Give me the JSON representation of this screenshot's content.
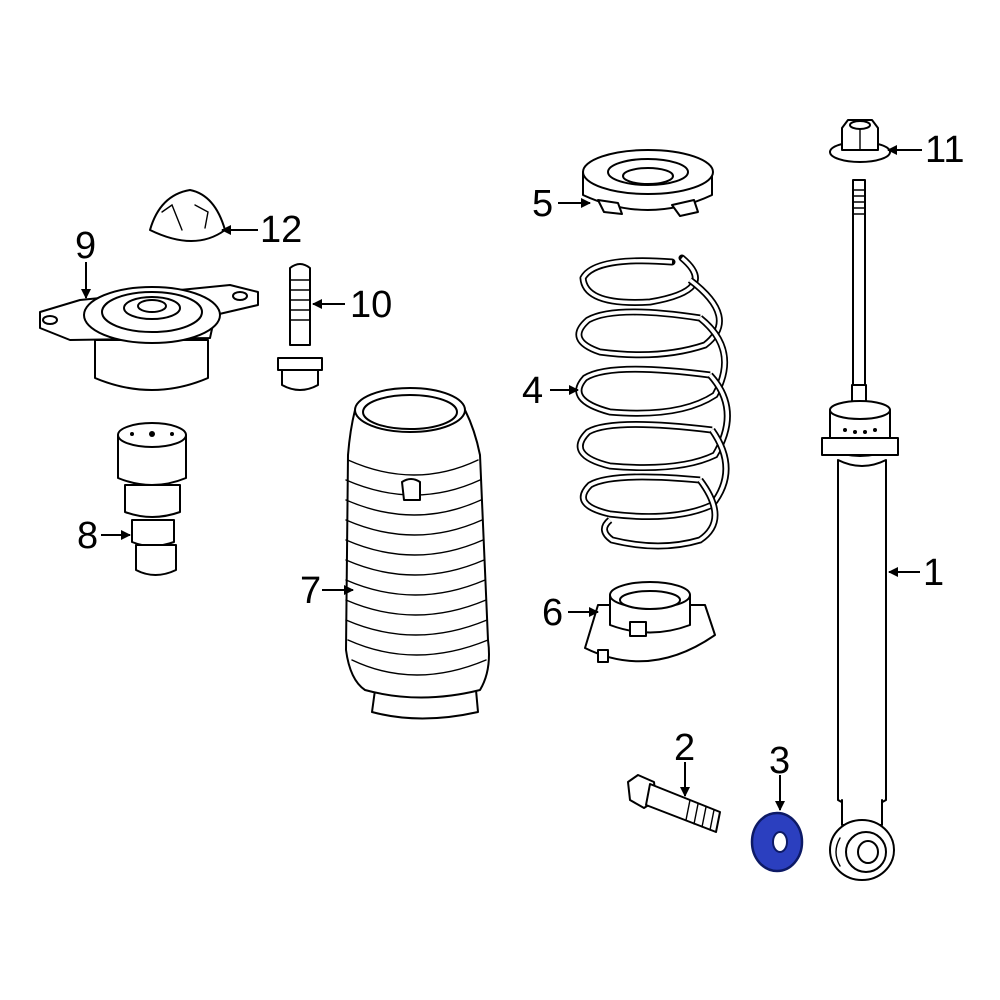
{
  "callouts": {
    "c1": "1",
    "c2": "2",
    "c3": "3",
    "c4": "4",
    "c5": "5",
    "c6": "6",
    "c7": "7",
    "c8": "8",
    "c9": "9",
    "c10": "10",
    "c11": "11",
    "c12": "12"
  },
  "colors": {
    "line": "#000000",
    "background": "#ffffff",
    "highlight_fill": "#2b3fbf",
    "highlight_stroke": "#0d1a66"
  },
  "highlighted_part": "3"
}
